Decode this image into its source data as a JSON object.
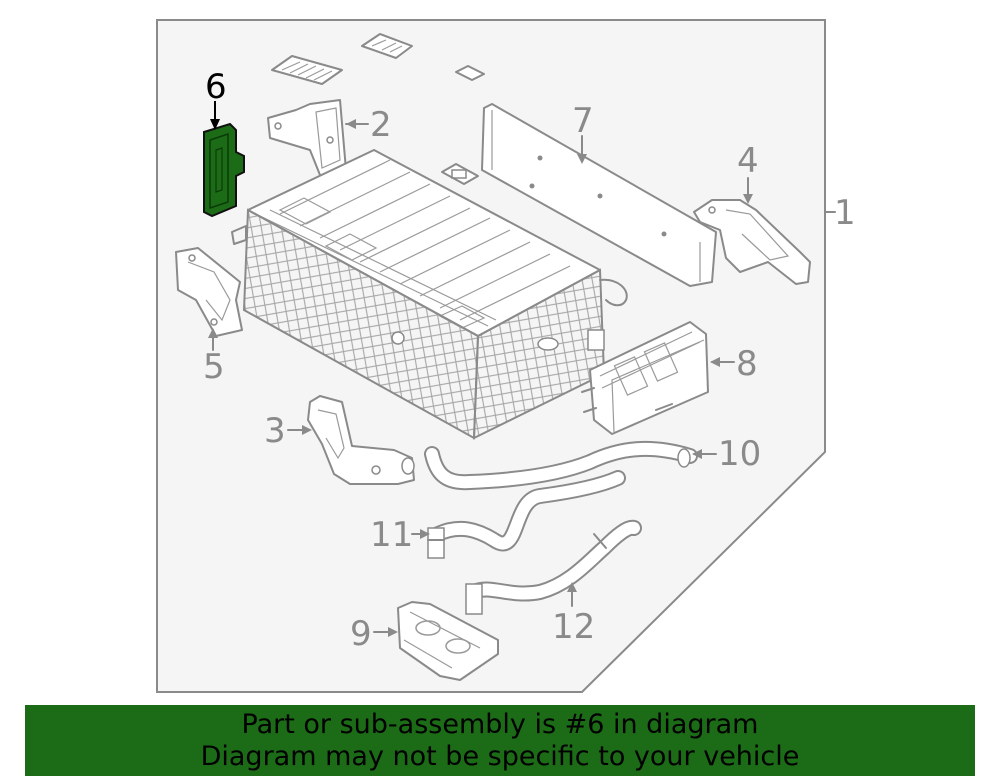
{
  "diagram": {
    "callouts": [
      {
        "id": "1",
        "label": "1"
      },
      {
        "id": "2",
        "label": "2"
      },
      {
        "id": "3",
        "label": "3"
      },
      {
        "id": "4",
        "label": "4"
      },
      {
        "id": "5",
        "label": "5"
      },
      {
        "id": "6",
        "label": "6",
        "highlighted": true
      },
      {
        "id": "7",
        "label": "7"
      },
      {
        "id": "8",
        "label": "8"
      },
      {
        "id": "9",
        "label": "9"
      },
      {
        "id": "10",
        "label": "10"
      },
      {
        "id": "11",
        "label": "11"
      },
      {
        "id": "12",
        "label": "12"
      }
    ],
    "highlight_color": "#1c6b17",
    "line_color": "#8a8a8a"
  },
  "banner": {
    "line1": "Part or sub-assembly is #6 in diagram",
    "line2": "Diagram may not be specific to your vehicle",
    "background": "#1c6b17"
  }
}
